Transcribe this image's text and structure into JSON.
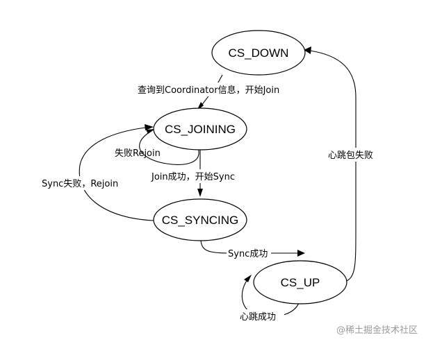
{
  "nodes": {
    "cs_down": "CS_DOWN",
    "cs_joining": "CS_JOINING",
    "cs_syncing": "CS_SYNCING",
    "cs_up": "CS_UP"
  },
  "edges": {
    "down_to_joining": "查询到Coordinator信息，开始Join",
    "joining_self": "失败Rejoin",
    "joining_to_syncing": "Join成功，开始Sync",
    "syncing_to_joining": "Sync失败，Rejoin",
    "syncing_to_up": "Sync成功",
    "up_self": "心跳成功",
    "up_to_down": "心跳包失败"
  },
  "watermark": "@稀土掘金技术社区"
}
